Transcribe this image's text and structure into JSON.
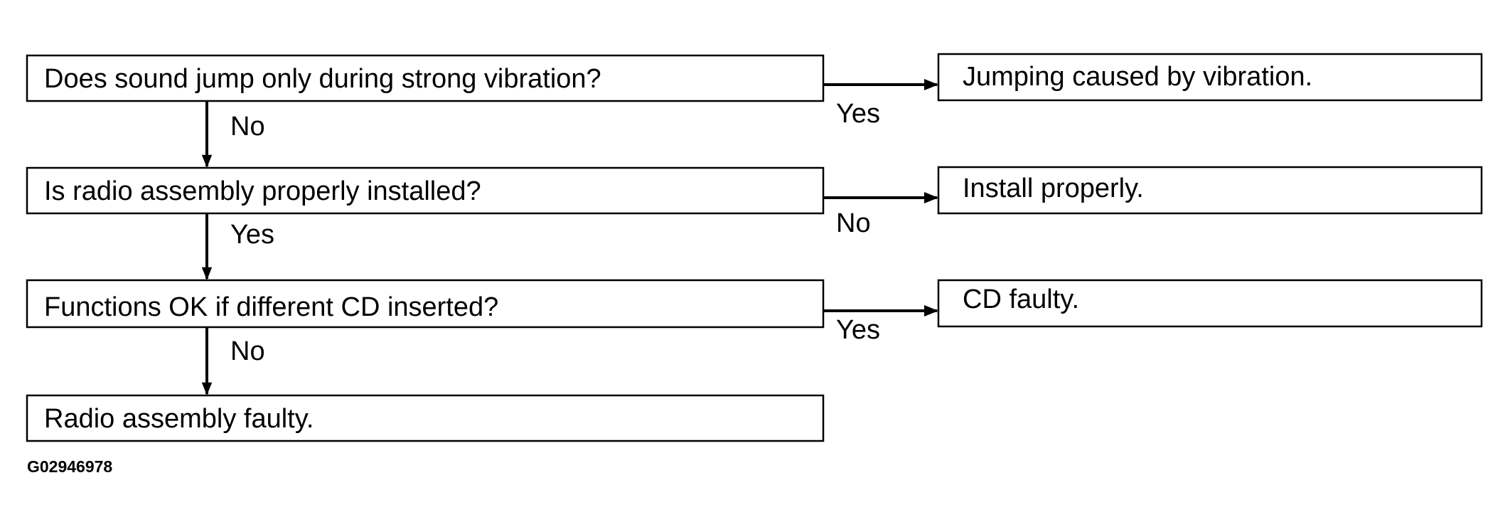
{
  "flowchart": {
    "questions": [
      {
        "id": "q1",
        "text": "Does sound jump only during strong vibration?"
      },
      {
        "id": "q2",
        "text": "Is radio assembly properly installed?"
      },
      {
        "id": "q3",
        "text": "Functions OK if different CD inserted?"
      }
    ],
    "results": [
      {
        "id": "r1",
        "text": "Jumping caused by vibration."
      },
      {
        "id": "r2",
        "text": "Install properly."
      },
      {
        "id": "r3",
        "text": "CD faulty."
      },
      {
        "id": "r4",
        "text": "Radio assembly faulty."
      }
    ],
    "edges": [
      {
        "id": "e1",
        "from": "q1",
        "to": "r1",
        "label": "Yes"
      },
      {
        "id": "e2",
        "from": "q1",
        "to": "q2",
        "label": "No"
      },
      {
        "id": "e3",
        "from": "q2",
        "to": "r2",
        "label": "No"
      },
      {
        "id": "e4",
        "from": "q2",
        "to": "q3",
        "label": "Yes"
      },
      {
        "id": "e5",
        "from": "q3",
        "to": "r3",
        "label": "Yes"
      },
      {
        "id": "e6",
        "from": "q3",
        "to": "r4",
        "label": "No"
      }
    ],
    "figure_code": "G02946978"
  }
}
